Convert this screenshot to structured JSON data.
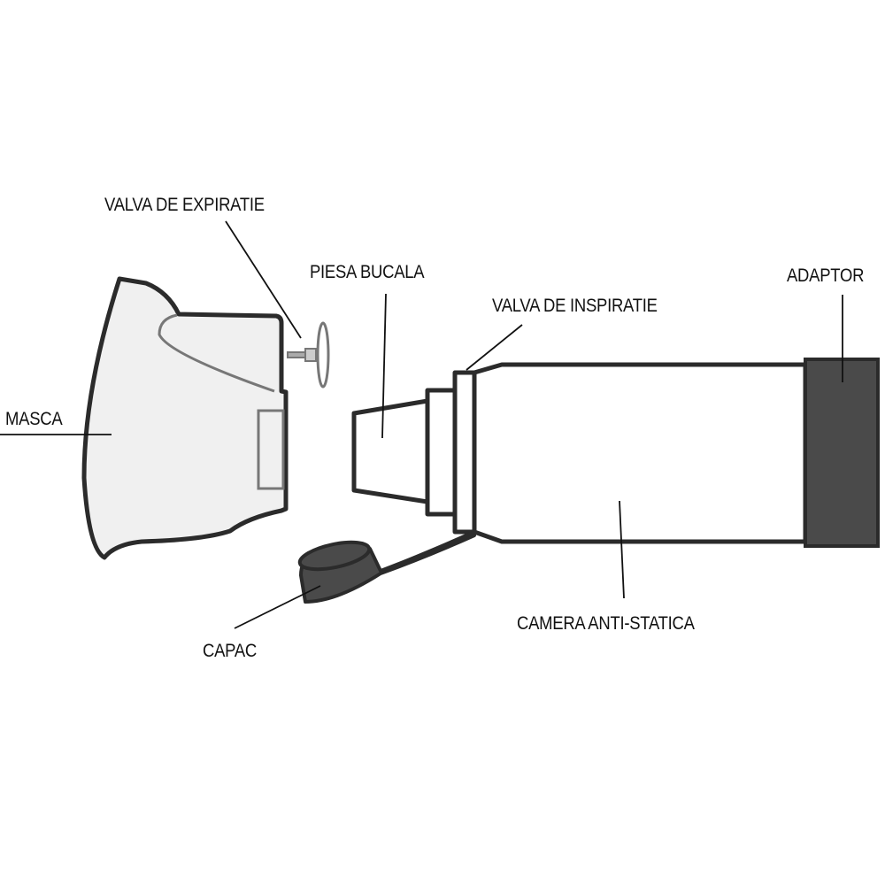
{
  "labels": {
    "valva_expiratie": "VALVA DE EXPIRATIE",
    "piesa_bucala": "PIESA BUCALA",
    "valva_inspiratie": "VALVA DE INSPIRATIE",
    "adaptor": "ADAPTOR",
    "masca": "MASCA",
    "capac": "CAPAC",
    "camera": "CAMERA ANTI-STATICA"
  },
  "colors": {
    "outline": "#2b2b2b",
    "mask_fill": "#f0f0f0",
    "grey_detail": "#777777",
    "dark_fill": "#4a4a4a"
  }
}
